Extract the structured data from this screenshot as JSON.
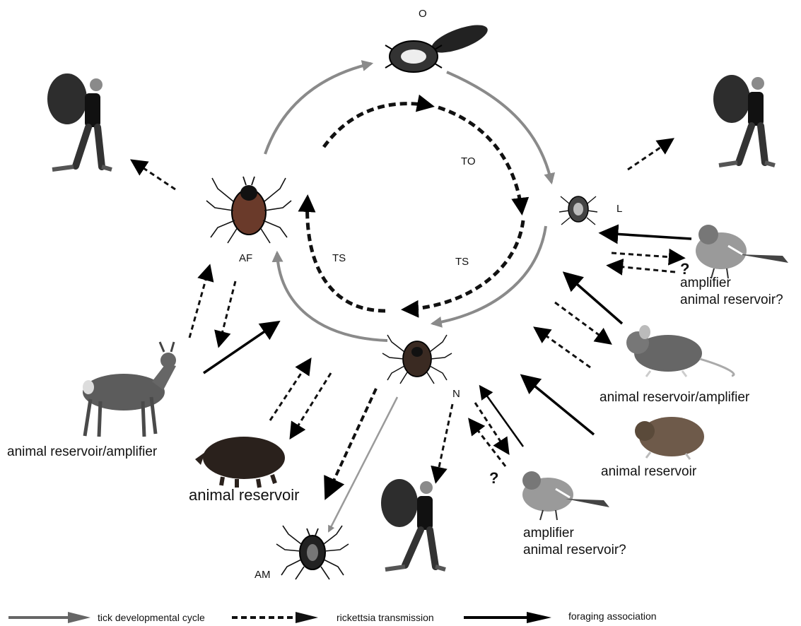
{
  "stages": {
    "egg": "O",
    "larva": "L",
    "nymph": "N",
    "adult_female": "AF",
    "adult_male": "AM"
  },
  "transmission_labels": {
    "transovarial": "TO",
    "transstadial_right": "TS",
    "transstadial_left": "TS"
  },
  "hosts": {
    "bird_top_caption_1": "amplifier",
    "bird_top_caption_2": "animal reservoir?",
    "mouse_caption": "animal reservoir/amplifier",
    "vole_caption": "animal reservoir",
    "bird_bottom_caption_1": "amplifier",
    "bird_bottom_caption_2": "animal reservoir?",
    "boar_caption": "animal reservoir",
    "deer_caption": "animal reservoir/amplifier"
  },
  "question_marks": {
    "bird_top": "?",
    "bird_bottom": "?"
  },
  "legend": {
    "developmental": "tick developmental cycle",
    "transmission": "rickettsia transmission",
    "foraging": "foraging association"
  },
  "colors": {
    "developmental_arrow": "#8a8a8a",
    "transmission_arrow": "#111111",
    "foraging_arrow": "#000000"
  }
}
